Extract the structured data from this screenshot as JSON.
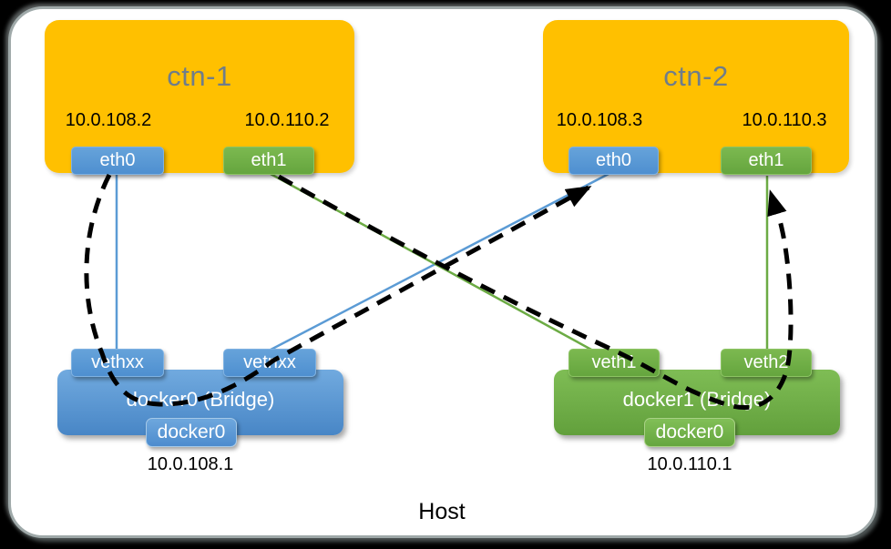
{
  "host": {
    "label": "Host"
  },
  "containers": {
    "ctn1": {
      "title": "ctn-1",
      "ip_left": "10.0.108.2",
      "ip_right": "10.0.110.2",
      "if_left": "eth0",
      "if_right": "eth1"
    },
    "ctn2": {
      "title": "ctn-2",
      "ip_left": "10.0.108.3",
      "ip_right": "10.0.110.3",
      "if_left": "eth0",
      "if_right": "eth1"
    }
  },
  "bridges": {
    "docker0": {
      "title": "docker0 (Bridge)",
      "device_label": "docker0",
      "ip": "10.0.108.1",
      "port_left": "vethxx",
      "port_right": "vetnxx"
    },
    "docker1": {
      "title": "docker1 (Bridge)",
      "device_label": "docker0",
      "ip": "10.0.110.1",
      "port_left": "veth1",
      "port_right": "veth2"
    }
  },
  "colors": {
    "canvas_bg": "#000000",
    "host_fill": "#FFFFFF",
    "host_border": "#9FA9A9",
    "container_fill": "#FFC000",
    "container_title": "#6F7D8A",
    "blue": "#5B9BD5",
    "green": "#70AD47",
    "flow_dash": "#000000"
  }
}
